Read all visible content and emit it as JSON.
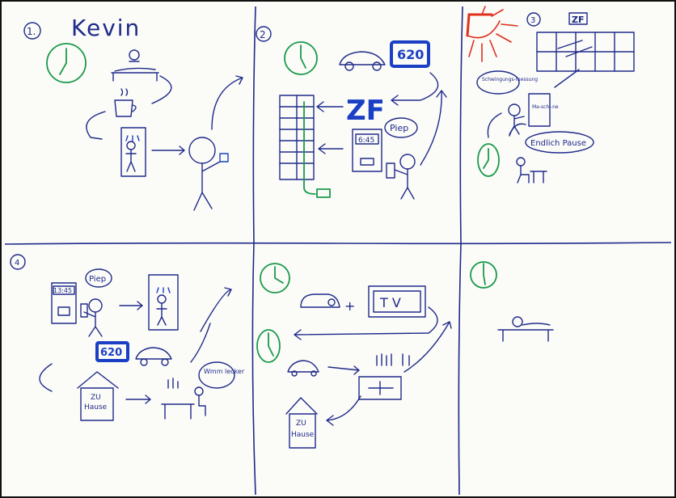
{
  "colors": {
    "paper": "#fbfbf8",
    "ink_blue": "#1f2a8a",
    "marker_blue": "#1a3fc4",
    "ink_green": "#1a9a4a",
    "ink_red": "#e0301e"
  },
  "panel1": {
    "number": "1.",
    "name": "Kevin",
    "icons": [
      "clock-icon",
      "bed-icon",
      "coffee-cup-icon",
      "shower-icon",
      "shaving-person-icon"
    ]
  },
  "panel2": {
    "number": "2",
    "bus_number": "620",
    "company": "ZF",
    "clock_time": "6:45",
    "sound": "Piep",
    "icons": [
      "clock-icon",
      "car-icon",
      "time-clock-terminal-icon",
      "locker-wall-icon"
    ]
  },
  "panel3": {
    "number": "3",
    "company": "ZF",
    "thought": "Schwingungs-messung",
    "screen": "Ma-schi-ne",
    "speech": "Endlich Pause",
    "icons": [
      "sun-icon",
      "factory-building-icon",
      "clock-icon",
      "eating-person-icon"
    ]
  },
  "panel4": {
    "number": "4",
    "clock_time": "13:45",
    "sound": "Piep",
    "bus_number": "620",
    "home_line1": "ZU",
    "home_line2": "Hause",
    "thought": "Wmm lecker",
    "icons": [
      "time-clock-terminal-icon",
      "shower-icon",
      "car-icon",
      "house-icon",
      "dinner-table-icon"
    ]
  },
  "panel5": {
    "tv_text": "T V",
    "plus": "+",
    "home_line1": "ZU",
    "home_line2": "Hause",
    "icons": [
      "clock-icon",
      "sofa-icon",
      "tv-icon",
      "car-icon",
      "football-pitch-icon",
      "house-icon"
    ]
  },
  "panel6": {
    "icons": [
      "clock-icon",
      "sleeping-person-icon"
    ]
  }
}
